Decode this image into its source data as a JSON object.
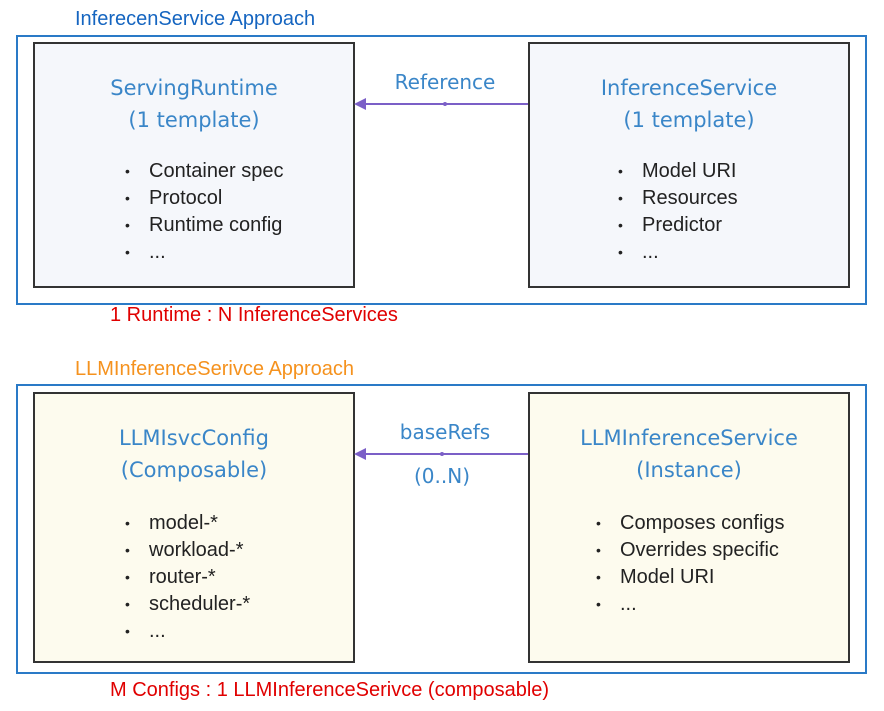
{
  "top": {
    "title": "InferecenService Approach",
    "left_box": {
      "heading": "ServingRuntime",
      "subheading": "(1 template)",
      "items": [
        "Container spec",
        "Protocol",
        "Runtime config",
        "..."
      ]
    },
    "right_box": {
      "heading": "InferenceService",
      "subheading": "(1 template)",
      "items": [
        "Model URI",
        "Resources",
        "Predictor",
        "..."
      ]
    },
    "arrow_label": "Reference",
    "note": "1 Runtime : N InferenceServices"
  },
  "bottom": {
    "title": "LLMInferenceSerivce Approach",
    "left_box": {
      "heading": "LLMIsvcConfig",
      "subheading": "(Composable)",
      "items": [
        "model-*",
        "workload-*",
        "router-*",
        "scheduler-*",
        "..."
      ]
    },
    "right_box": {
      "heading": "LLMInferenceService",
      "subheading": "(Instance)",
      "items": [
        "Composes configs",
        "Overrides specific",
        "Model URI",
        "..."
      ]
    },
    "arrow_label": "baseRefs",
    "arrow_sublabel": "(0..N)",
    "note": "M Configs : 1 LLMInferenceSerivce (composable)"
  },
  "colors": {
    "top_title": "#1565c0",
    "bottom_title": "#f5921e",
    "frame_border": "#2a7ac7",
    "top_box_fill": "#f5f7fb",
    "bottom_box_fill": "#fdfbee",
    "heading": "#3a86c8",
    "note": "#e00000",
    "arrow": "#7b5fc7"
  }
}
